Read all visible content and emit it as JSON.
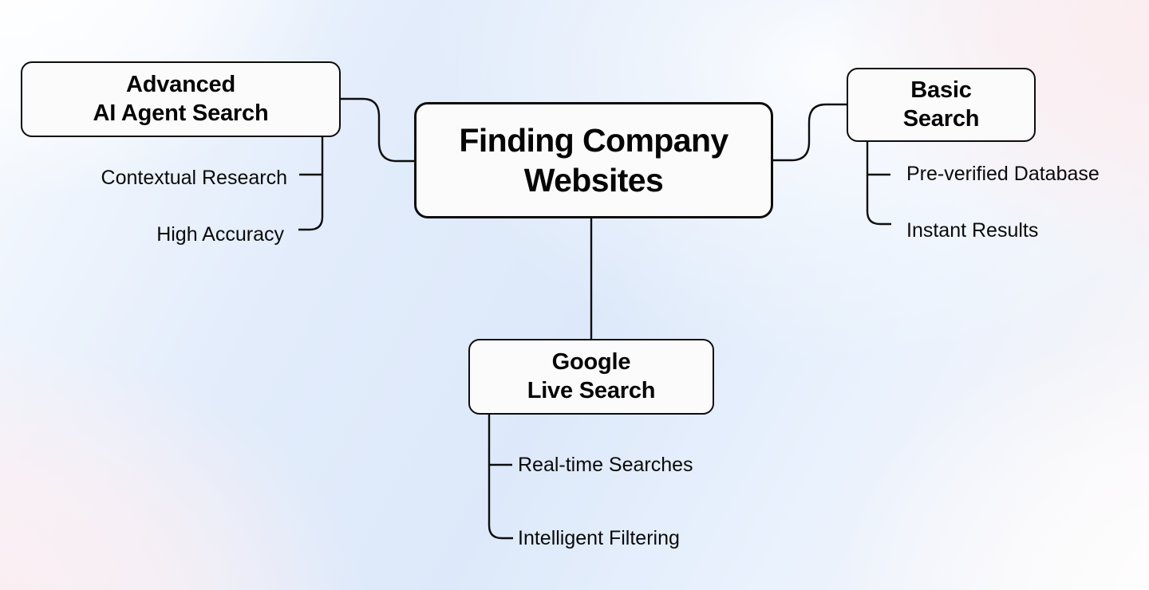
{
  "diagram": {
    "type": "mind-map",
    "title": "Finding Company Websites",
    "background": {
      "base_color": "#e4edfb",
      "tint_pink": "#fbeff1",
      "tint_white": "#ffffff"
    },
    "node_style": {
      "fill": "#fbfbfb",
      "stroke": "#0d0d0d",
      "text_color": "#050505"
    },
    "root": {
      "id": "finding-company-websites",
      "lines": [
        "Finding Company",
        "Websites"
      ]
    },
    "branches": [
      {
        "id": "advanced-ai-agent-search",
        "lines": [
          "Advanced",
          "AI Agent Search"
        ],
        "side": "left",
        "leaves": [
          {
            "id": "contextual-research",
            "label": "Contextual Research"
          },
          {
            "id": "high-accuracy",
            "label": "High Accuracy"
          }
        ]
      },
      {
        "id": "basic-search",
        "lines": [
          "Basic",
          "Search"
        ],
        "side": "right",
        "leaves": [
          {
            "id": "pre-verified-database",
            "label": "Pre-verified Database"
          },
          {
            "id": "instant-results",
            "label": "Instant Results"
          }
        ]
      },
      {
        "id": "google-live-search",
        "lines": [
          "Google",
          "Live Search"
        ],
        "side": "bottom",
        "leaves": [
          {
            "id": "real-time-searches",
            "label": "Real-time Searches"
          },
          {
            "id": "intelligent-filtering",
            "label": "Intelligent Filtering"
          }
        ]
      }
    ]
  }
}
